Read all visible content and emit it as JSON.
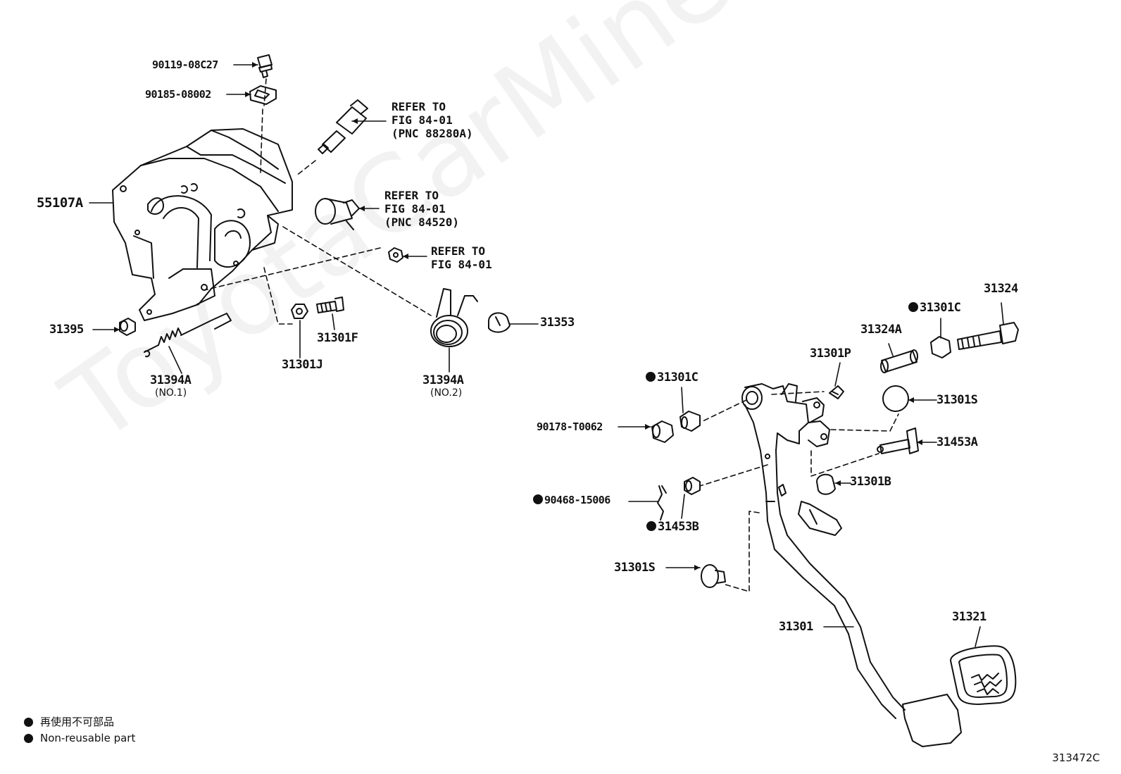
{
  "labels": {
    "p90119": "90119-08C27",
    "p90185": "90185-08002",
    "p55107A": "55107A",
    "p31395": "31395",
    "p31394A1": "31394A",
    "p31394A1_sub": "(NO.1)",
    "p31301J": "31301J",
    "p31301F": "31301F",
    "p31394A2": "31394A",
    "p31394A2_sub": "(NO.2)",
    "p31353": "31353",
    "p31324": "31324",
    "p31301C_top": "31301C",
    "p31324A": "31324A",
    "p31301P": "31301P",
    "p31301C_mid": "31301C",
    "p31301S_right": "31301S",
    "p90178": "90178-T0062",
    "p31453A": "31453A",
    "p31301B": "31301B",
    "p90468": "90468-15006",
    "p31453B": "31453B",
    "p31301S_left": "31301S",
    "p31301": "31301",
    "p31321": "31321"
  },
  "references": {
    "ref1": "REFER TO\nFIG 84-01\n(PNC 88280A)",
    "ref2": "REFER TO\nFIG 84-01\n(PNC 84520)",
    "ref3": "REFER TO\nFIG 84-01"
  },
  "legend": {
    "line1": "再使用不可部品",
    "line2": "Non-reusable part"
  },
  "figure_code": "313472C",
  "watermark": "ToyotaCarMine.ru"
}
